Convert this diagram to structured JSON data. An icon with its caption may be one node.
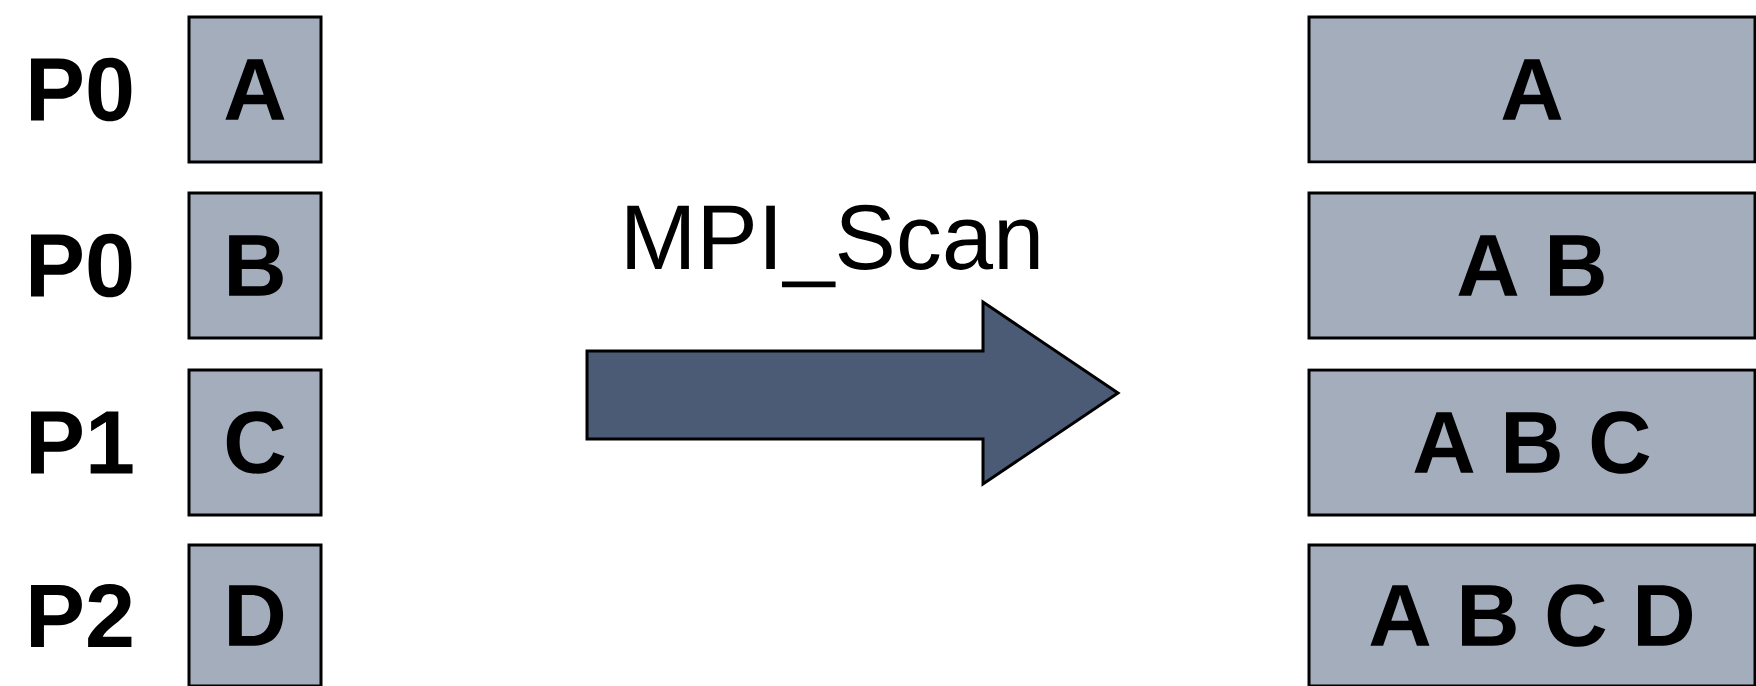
{
  "diagram": {
    "nodes": [
      {
        "text": [
          "A"
        ]
      },
      {
        "text": [
          "B"
        ]
      },
      {
        "text": [
          "C"
        ]
      },
      {
        "text": [
          "D"
        ]
      },
      {
        "text": [
          "MPI_Scan"
        ]
      },
      {
        "text": [
          "A"
        ]
      },
      {
        "text": [
          "A B"
        ]
      },
      {
        "text": [
          "A B C"
        ]
      },
      {
        "text": [
          "A B C D"
        ]
      }
    ],
    "labels": [
      "P0",
      "P0",
      "P1",
      "P2"
    ]
  }
}
